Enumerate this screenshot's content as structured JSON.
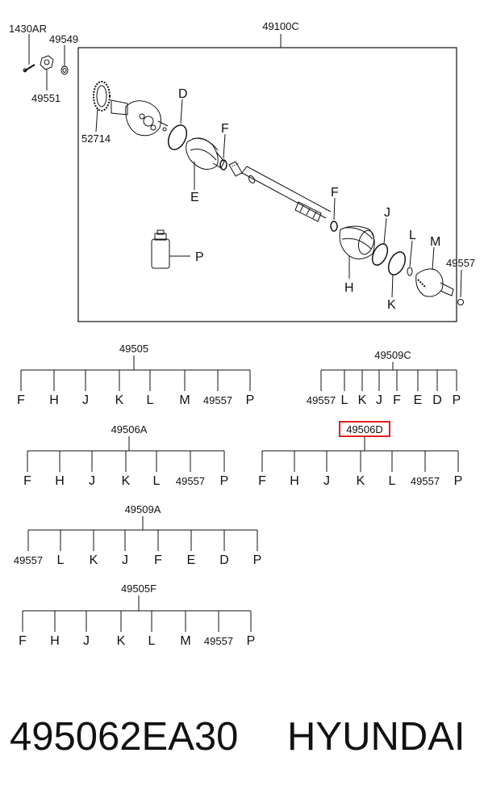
{
  "assembly": {
    "code": "49100C",
    "callouts": {
      "bolt": "1430AR",
      "nut": "49549",
      "washer": "49551",
      "tone_ring": "52714",
      "clamp_inner_large": "D",
      "boot_inner": "E",
      "clamp_inner_small": "F",
      "clamp_outer_small": "F",
      "clamp_outer_mid": "J",
      "boot_outer": "H",
      "clamp_outer_large": "K",
      "circlip": "L",
      "outer_joint": "M",
      "snap_ring": "49557",
      "grease": "P"
    }
  },
  "kits": [
    {
      "code": "49505",
      "highlighted": false,
      "items": [
        "F",
        "H",
        "J",
        "K",
        "L",
        "M",
        "49557",
        "P"
      ]
    },
    {
      "code": "49509C",
      "highlighted": false,
      "items": [
        "49557",
        "L",
        "K",
        "J",
        "F",
        "E",
        "D",
        "P"
      ]
    },
    {
      "code": "49506A",
      "highlighted": false,
      "items": [
        "F",
        "H",
        "J",
        "K",
        "L",
        "49557",
        "P"
      ]
    },
    {
      "code": "49506D",
      "highlighted": true,
      "highlight_color": "#e02020",
      "items": [
        "F",
        "H",
        "J",
        "K",
        "L",
        "49557",
        "P"
      ]
    },
    {
      "code": "49509A",
      "highlighted": false,
      "items": [
        "49557",
        "L",
        "K",
        "J",
        "F",
        "E",
        "D",
        "P"
      ]
    },
    {
      "code": "49505F",
      "highlighted": false,
      "items": [
        "F",
        "H",
        "J",
        "K",
        "L",
        "M",
        "49557",
        "P"
      ]
    }
  ],
  "footer": {
    "part_number": "495062EA30",
    "brand": "HYUNDAI"
  }
}
